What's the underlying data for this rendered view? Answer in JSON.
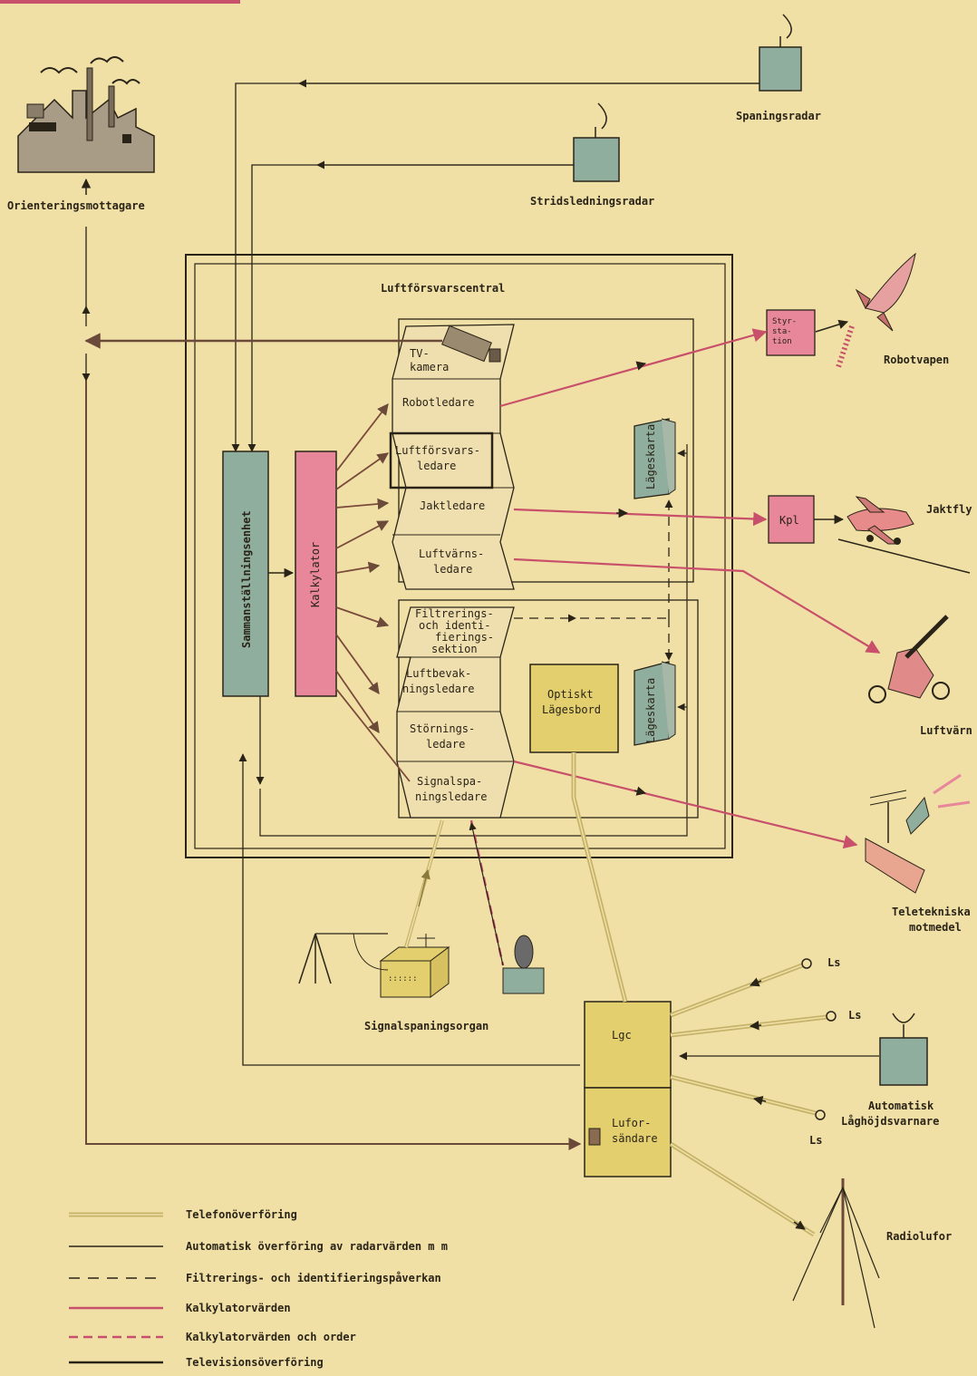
{
  "colors": {
    "background": "#f0e0a6",
    "line_dark": "#2a2418",
    "line_red": "#c8506a",
    "line_tv": "#6b4a3a",
    "telephone": "#c6b36a",
    "box_teal": "#8fae9e",
    "box_pink": "#e8869a",
    "box_yellow": "#e3cf6e",
    "box_pale": "#f0dfae"
  },
  "labels": {
    "orienteringsmottagare": "Orienteringsmottagare",
    "spaningsradar": "Spaningsradar",
    "stridsledningsradar": "Stridsledningsradar",
    "luftforsvarscentral": "Luftförsvarscentral",
    "tv_kamera": [
      "TV-",
      "kamera"
    ],
    "robotledare": "Robotledare",
    "luftforsvarsledare": [
      "Luftförsvars-",
      "ledare"
    ],
    "jaktledare": "Jaktledare",
    "luftvarnsledare": [
      "Luftvärns-",
      "ledare"
    ],
    "filtrerings": [
      "Filtrerings-",
      "och identi-",
      "fierings-",
      "sektion"
    ],
    "luftbevakningsledare": [
      "Luftbevak-",
      "ningsledare"
    ],
    "storningsledare": [
      "Störnings-",
      "ledare"
    ],
    "signalspaningsledare": [
      "Signalspa-",
      "ningsledare"
    ],
    "sammanstallningsenhet": "Sammanställningsenhet",
    "kalkylator": "Kalkylator",
    "lageskarta_1": "Lägeskarta",
    "lageskarta_2": "Lägeskarta",
    "optiskt_lagesbord": [
      "Optiskt",
      "Lägesbord"
    ],
    "styrstation": [
      "Styr-",
      "sta-",
      "tion"
    ],
    "robotvapen": "Robotvapen",
    "kpl": "Kpl",
    "jaktfly": "Jaktfly",
    "luftvarn": "Luftvärn",
    "teletekniska": [
      "Teletekniska",
      "motmedel"
    ],
    "signalspaningsorgan": "Signalspaningsorgan",
    "lgc": "Lgc",
    "lufor_sandare": [
      "Lufor-",
      "sändare"
    ],
    "ls_1": "Ls",
    "ls_2": "Ls",
    "ls_3": "Ls",
    "automatisk_laghojdsvarnare": [
      "Automatisk",
      "Låghöjdsvarnare"
    ],
    "radiolufor": "Radiolufor"
  },
  "legend": [
    {
      "style": "telephone",
      "label": "Telefonöverföring"
    },
    {
      "style": "solid-black",
      "label": "Automatisk överföring av radarvärden m m"
    },
    {
      "style": "dashed-black",
      "label": "Filtrerings- och identifieringspåverkan"
    },
    {
      "style": "solid-red",
      "label": "Kalkylatorvärden"
    },
    {
      "style": "dashed-red",
      "label": "Kalkylatorvärden och order"
    },
    {
      "style": "solid-brown",
      "label": "Televisionsöverföring"
    }
  ]
}
